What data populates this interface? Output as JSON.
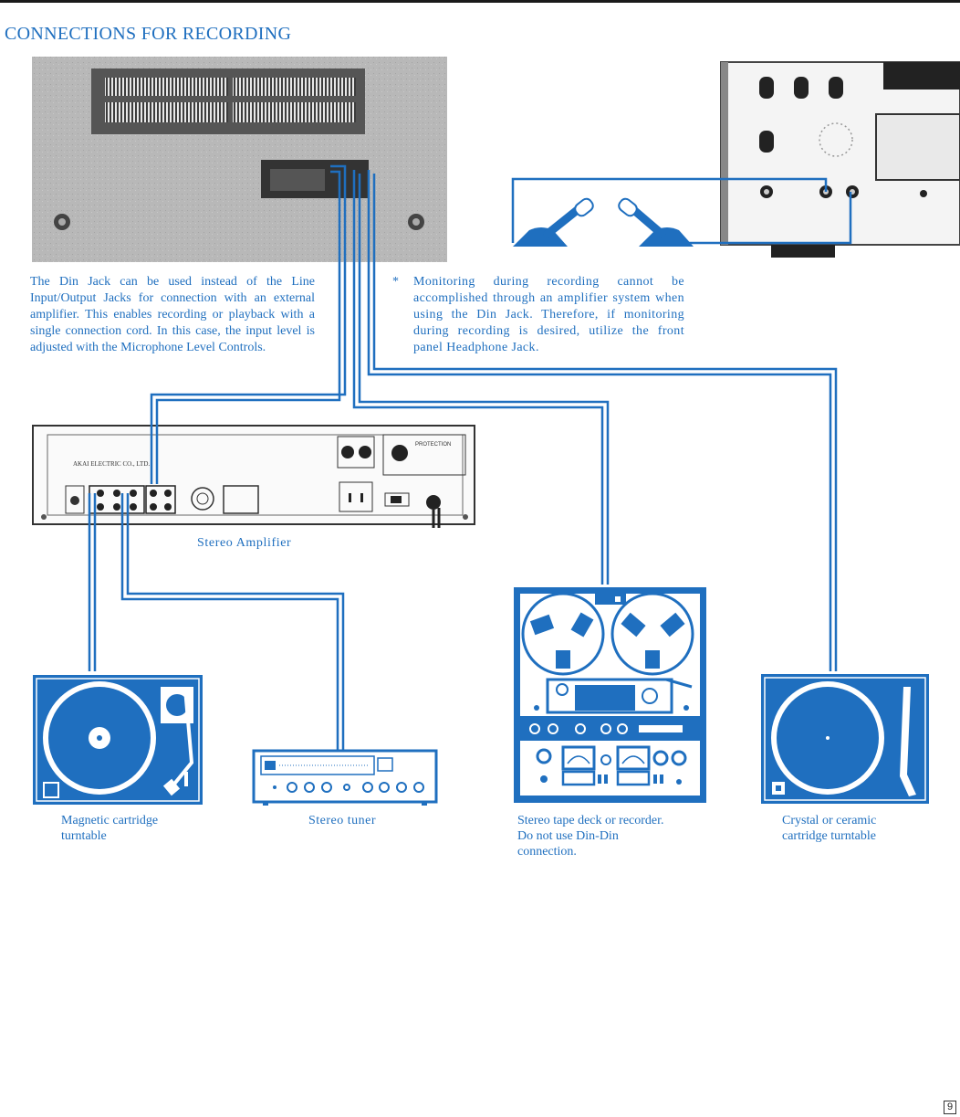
{
  "title": "CONNECTIONS FOR RECORDING",
  "notes": {
    "din_jack": "The Din Jack can be used instead of the Line Input/Output Jacks for connection with an external amplifier. This enables recording or playback with a single connection cord. In this case, the input level is adjusted with the Microphone Level Controls.",
    "monitoring_marker": "*",
    "monitoring": "Monitoring during recording cannot be accomplished through an amplifier system when using the Din Jack. Therefore, if monitoring during recording is desired, utilize the front panel Headphone Jack."
  },
  "amplifier": {
    "caption": "Stereo Amplifier",
    "brand_label": "AKAI ELECTRIC CO., LTD.",
    "protection_label": "PROTECTION"
  },
  "devices": {
    "magnetic_turntable": "Magnetic cartridge\nturntable",
    "stereo_tuner": "Stereo tuner",
    "tape_deck": "Stereo tape deck or recorder.\nDo not use Din-Din\nconnection.",
    "crystal_turntable": "Crystal or ceramic\ncartridge turntable"
  },
  "page_number": "9",
  "colors": {
    "accent_blue": "#1f6fbf",
    "panel_gray": "#b5b5b5",
    "vent_dark": "#4a4a4a"
  }
}
